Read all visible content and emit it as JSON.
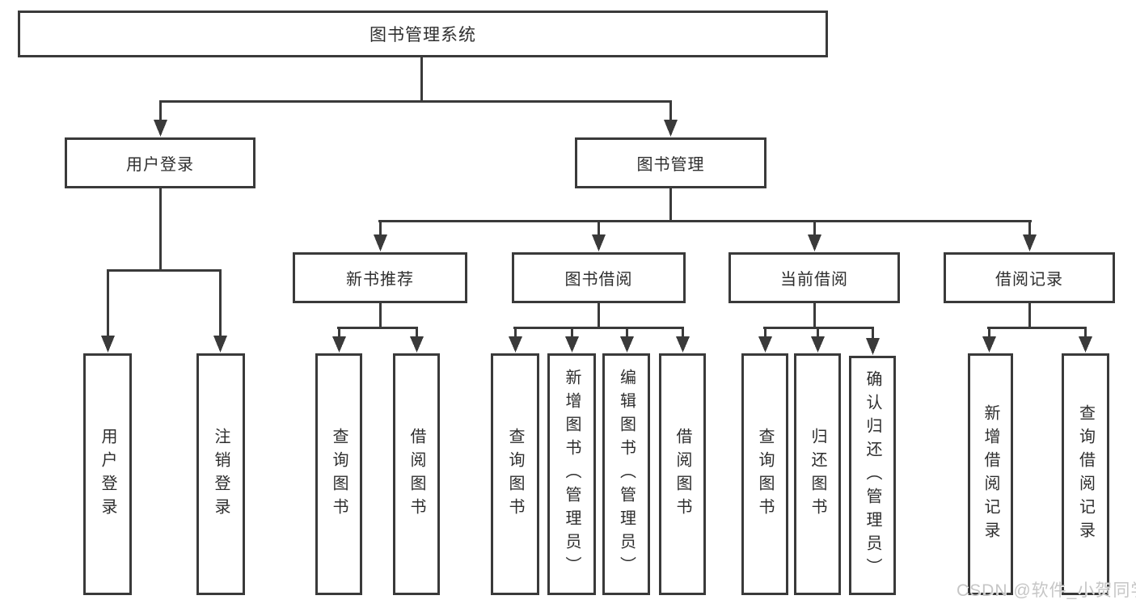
{
  "diagram": {
    "root": {
      "label": "图书管理系统"
    },
    "branches": [
      {
        "label": "用户登录",
        "children": [
          {
            "label": "用户登录"
          },
          {
            "label": "注销登录"
          }
        ]
      },
      {
        "label": "图书管理",
        "children": [
          {
            "label": "新书推荐",
            "children": [
              {
                "label": "查询图书"
              },
              {
                "label": "借阅图书"
              }
            ]
          },
          {
            "label": "图书借阅",
            "children": [
              {
                "label": "查询图书"
              },
              {
                "label": "新增图书（管理员）"
              },
              {
                "label": "编辑图书（管理员）"
              },
              {
                "label": "借阅图书"
              }
            ]
          },
          {
            "label": "当前借阅",
            "children": [
              {
                "label": "查询图书"
              },
              {
                "label": "归还图书"
              },
              {
                "label": "确认归还（管理员）"
              }
            ]
          },
          {
            "label": "借阅记录",
            "children": [
              {
                "label": "新增借阅记录"
              },
              {
                "label": "查询借阅记录"
              }
            ]
          }
        ]
      }
    ]
  },
  "watermark": {
    "text": "CSDN @软件_小贺同学"
  },
  "colors": {
    "line": "#3a3a3a",
    "text": "#2e2e2e",
    "watermark": "#c6c6c6",
    "background": "#ffffff"
  }
}
